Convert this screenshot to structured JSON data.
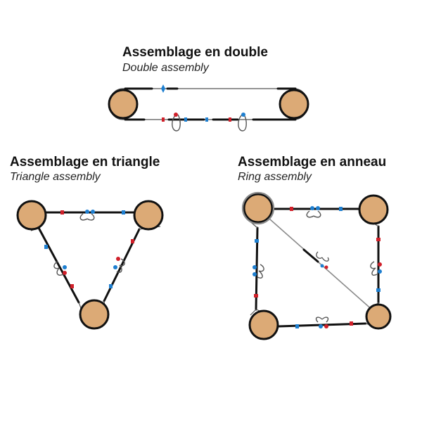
{
  "sections": {
    "double": {
      "title": "Assemblage en double",
      "subtitle": "Double assembly"
    },
    "triangle": {
      "title": "Assemblage en triangle",
      "subtitle": "Triangle assembly"
    },
    "ring": {
      "title": "Assemblage en anneau",
      "subtitle": "Ring assembly"
    }
  },
  "colors": {
    "pulley_fill": "#dcaa76",
    "pulley_stroke": "#111111",
    "rope": "#111111",
    "thin_line": "#555555",
    "diagonal": "#8a8a8a",
    "blue_marker": "#1e7fd0",
    "red_marker": "#d0202a",
    "loop_grey": "#555555"
  }
}
